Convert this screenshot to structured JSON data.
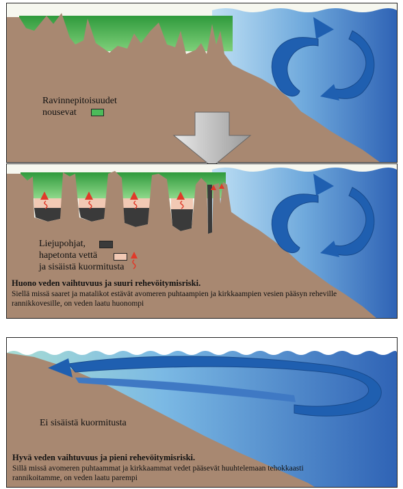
{
  "colors": {
    "sky": "#f4f6ec",
    "land": "#a88871",
    "vegetation": "#3fae4a",
    "sea_light": "#8fc4e8",
    "sea_dark": "#2a64b8",
    "current_arrow": "#1f5fb0",
    "mud": "#3a3a3a",
    "anoxic_water": "#f2c9b4",
    "internal_load": "#e03a2a"
  },
  "panel1": {
    "legend_nutrients": "Ravinnepitoisuudet\nnousevat",
    "swatch_icon": "green-swatch-icon"
  },
  "transition_arrow_icon": "down-arrow-icon",
  "panel2": {
    "legend_items": [
      {
        "label": "Liejupohjat,",
        "swatch_icon": "mud-swatch-icon"
      },
      {
        "label": "hapetonta vettä",
        "swatch_icon": "anoxic-swatch-icon"
      },
      {
        "label": "ja sisäistä kuormitusta",
        "swatch_icon": "internal-load-arrow-icon"
      }
    ],
    "caption_title": "Huono veden vaihtuvuus ja suuri rehevöitymisriski.",
    "caption_body": "Siellä missä saaret ja matalikot estävät avomeren puhtaampien ja kirkkaampien vesien pääsyn reheville rannikkovesille, on veden laatu huonompi"
  },
  "panel3": {
    "no_internal_load": "Ei sisäistä kuormitusta",
    "caption_title": "Hyvä veden vaihtuvuus ja pieni rehevöitymisriski.",
    "caption_body": "Sillä missä avomeren puhtaammat ja kirkkaammat vedet pääsevät huuhtelemaan tehokkaasti rannikoitamme, on veden laatu parempi"
  }
}
